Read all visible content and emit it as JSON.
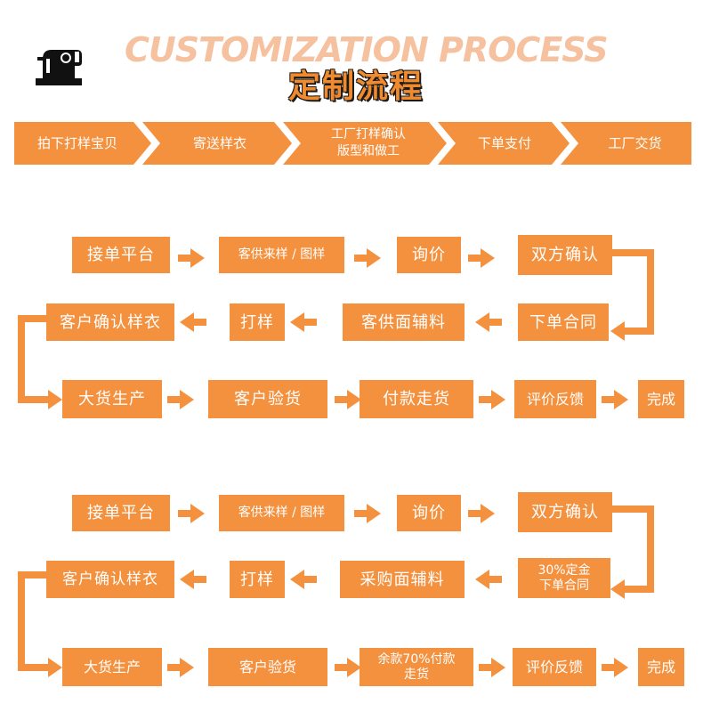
{
  "header": {
    "title_en": "CUSTOMIZATION PROCESS",
    "title_zh": "定制流程",
    "icon": "sewing-machine-icon"
  },
  "steps": [
    "拍下打样宝贝",
    "寄送样衣",
    "工厂打样确认\n版型和做工",
    "下单支付",
    "工厂交货"
  ],
  "flow1": {
    "row1": [
      "接单平台",
      "客供来样 / 图样",
      "询价",
      "双方确认"
    ],
    "row2": [
      "客户确认样衣",
      "打样",
      "客供面辅料",
      "下单合同"
    ],
    "row3": [
      "大货生产",
      "客户验货",
      "付款走货",
      "评价反馈",
      "完成"
    ]
  },
  "flow2": {
    "row1": [
      "接单平台",
      "客供来样 / 图样",
      "询价",
      "双方确认"
    ],
    "row2": [
      "客户确认样衣",
      "打样",
      "采购面辅料",
      "30%定金\n下单合同"
    ],
    "row3": [
      "大货生产",
      "客户验货",
      "余款70%付款\n走货",
      "评价反馈",
      "完成"
    ]
  },
  "colors": {
    "accent": "#f4913f",
    "title_en": "#f6c19e",
    "title_zh": "#f08a2e"
  }
}
